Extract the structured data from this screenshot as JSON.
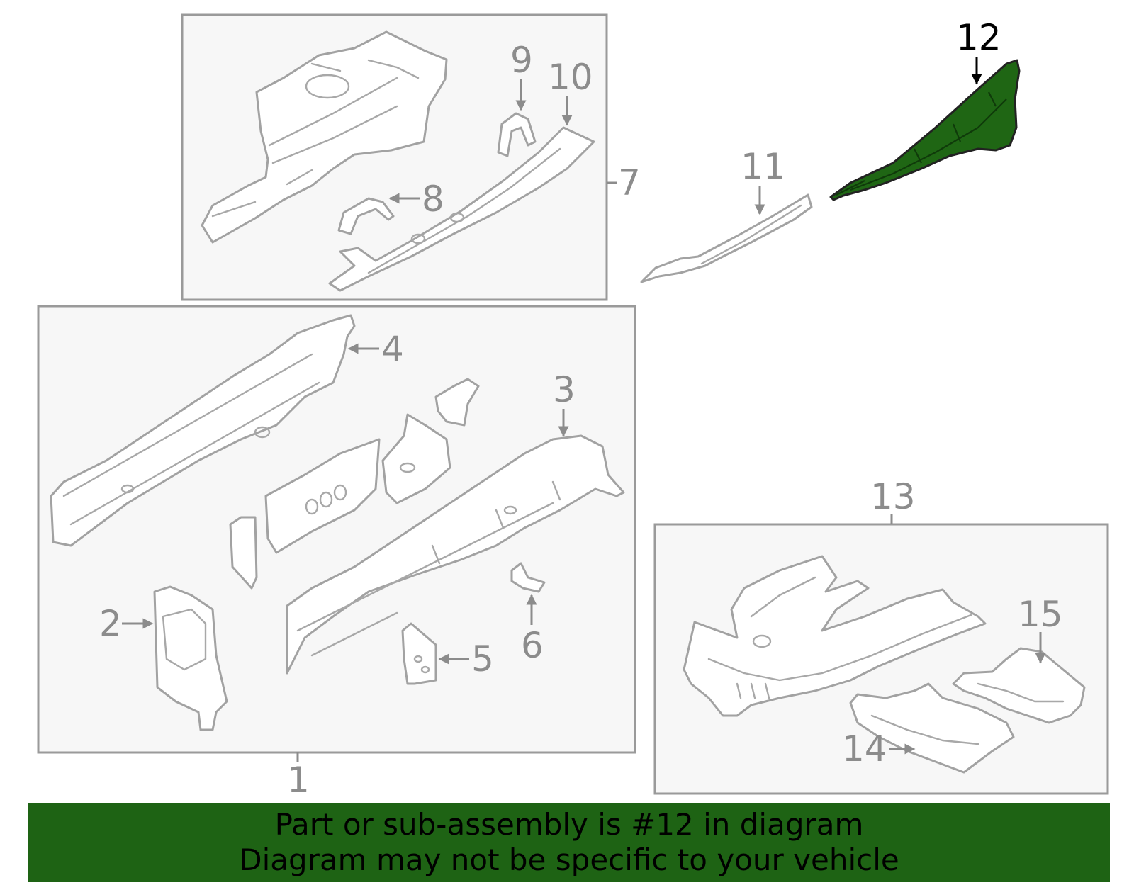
{
  "diagram": {
    "highlighted_part": "12",
    "highlight_color": "#1e6314",
    "callouts": {
      "c1": "1",
      "c2": "2",
      "c3": "3",
      "c4": "4",
      "c5": "5",
      "c6": "6",
      "c7": "7",
      "c8": "8",
      "c9": "9",
      "c10": "10",
      "c11": "11",
      "c12": "12",
      "c13": "13",
      "c14": "14",
      "c15": "15"
    }
  },
  "banner": {
    "line1": "Part or sub-assembly is #12 in diagram",
    "line2": "Diagram may not be specific to your vehicle"
  }
}
